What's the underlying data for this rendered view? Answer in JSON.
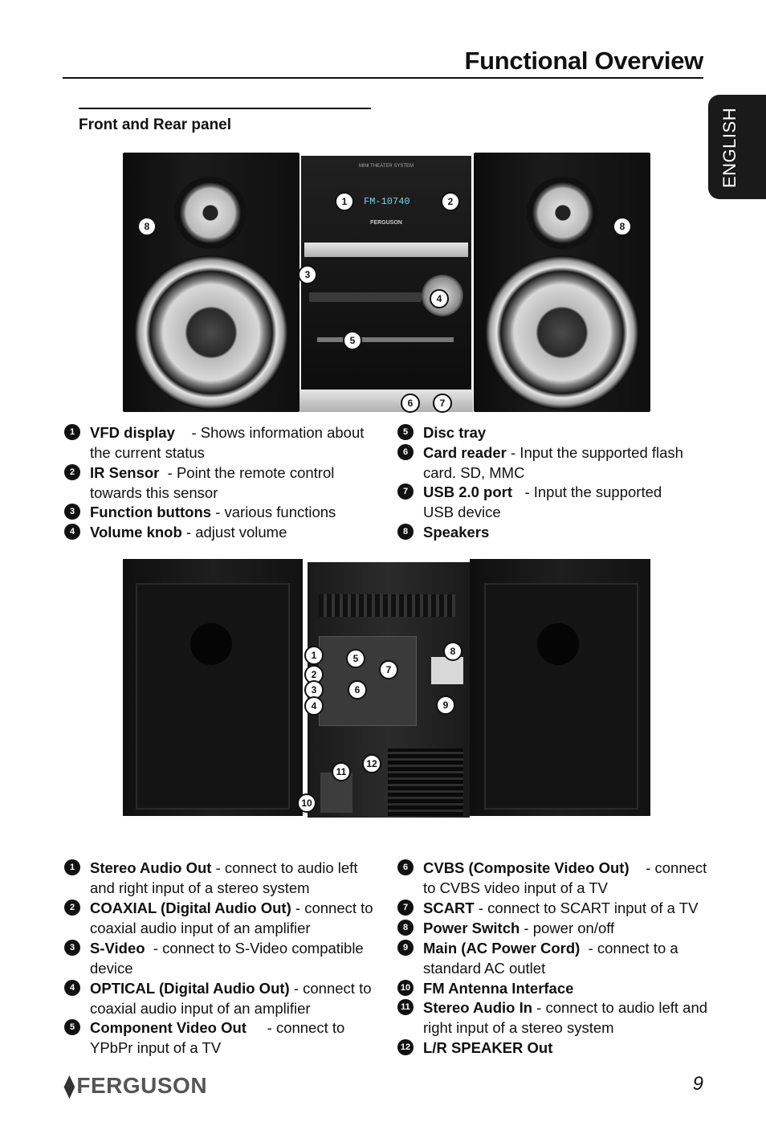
{
  "page": {
    "title": "Functional Overview",
    "language": "ENGLISH",
    "section_title": "Front and Rear panel",
    "page_number": "9",
    "brand": "FERGUSON"
  },
  "front_display": {
    "model_tag": "MINI THEATER SYSTEM",
    "readout": "FM-10740",
    "logo": "FERGUSON"
  },
  "front_items": [
    {
      "num": "1",
      "label": "VFD display",
      "desc": "-  Shows information about the current status"
    },
    {
      "num": "2",
      "label": "IR Sensor",
      "desc": "-  Point the remote control towards this sensor"
    },
    {
      "num": "3",
      "label": "Function buttons",
      "desc": "-  various functions"
    },
    {
      "num": "4",
      "label": "Volume knob",
      "desc": "-   adjust volume"
    },
    {
      "num": "5",
      "label": "Disc tray",
      "desc": ""
    },
    {
      "num": "6",
      "label": "Card reader",
      "desc": "-  Input the supported flash card. SD, MMC"
    },
    {
      "num": "7",
      "label": "USB 2.0 port",
      "desc": "-  Input the supported USB device"
    },
    {
      "num": "8",
      "label": "Speakers",
      "desc": ""
    }
  ],
  "rear_items": [
    {
      "num": "1",
      "label": "Stereo Audio Out",
      "desc": "-  connect to audio left and right input of a stereo system"
    },
    {
      "num": "2",
      "label": "COAXIAL (Digital Audio Out)",
      "desc": "-  connect to coaxial audio input of an amplifier"
    },
    {
      "num": "3",
      "label": "S-Video",
      "desc": "-  connect to S-Video compatible device"
    },
    {
      "num": "4",
      "label": "OPTICAL (Digital Audio Out)",
      "desc": "-  connect to coaxial audio input of an amplifier"
    },
    {
      "num": "5",
      "label": "Component Video Out",
      "desc": "-  connect to YPbPr input of a TV"
    },
    {
      "num": "6",
      "label": "CVBS (Composite Video Out)",
      "desc": "-  connect to CVBS video input of a TV"
    },
    {
      "num": "7",
      "label": "SCART",
      "desc": "-  connect to SCART input of a TV"
    },
    {
      "num": "8",
      "label": "Power Switch",
      "desc": "- power on/off"
    },
    {
      "num": "9",
      "label": "Main (AC Power Cord)",
      "desc": "-  connect to a standard AC outlet"
    },
    {
      "num": "10",
      "label": "FM Antenna Interface",
      "desc": ""
    },
    {
      "num": "11",
      "label": "Stereo Audio In",
      "desc": "-  connect to audio left and right input of a stereo system"
    },
    {
      "num": "12",
      "label": "L/R SPEAKER Out",
      "desc": ""
    }
  ]
}
